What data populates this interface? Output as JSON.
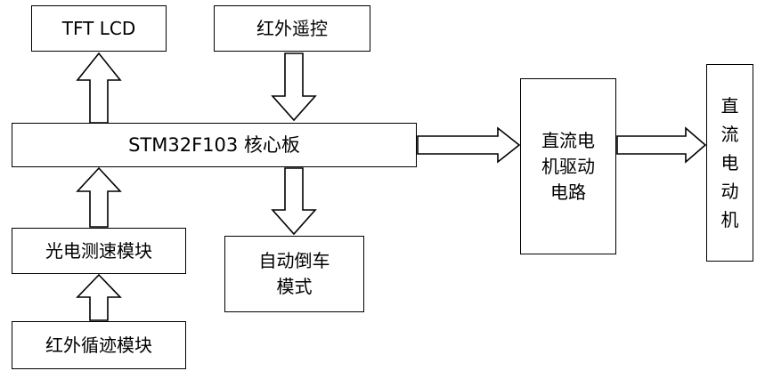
{
  "blocks": {
    "tft_lcd": "TFT LCD",
    "ir_remote": "红外遥控",
    "core_board": "STM32F103 核心板",
    "photo_speed": "光电测速模块",
    "ir_tracking": "红外循迹模块",
    "auto_reverse": "自动倒车\n模式",
    "dc_motor_driver": "直流电\n机驱动\n电路",
    "dc_motor": "直流电动机"
  },
  "connections": [
    {
      "from": "core_board",
      "to": "tft_lcd"
    },
    {
      "from": "ir_remote",
      "to": "core_board"
    },
    {
      "from": "core_board",
      "to": "auto_reverse"
    },
    {
      "from": "photo_speed",
      "to": "core_board"
    },
    {
      "from": "ir_tracking",
      "to": "photo_speed"
    },
    {
      "from": "core_board",
      "to": "dc_motor_driver"
    },
    {
      "from": "dc_motor_driver",
      "to": "dc_motor"
    }
  ]
}
